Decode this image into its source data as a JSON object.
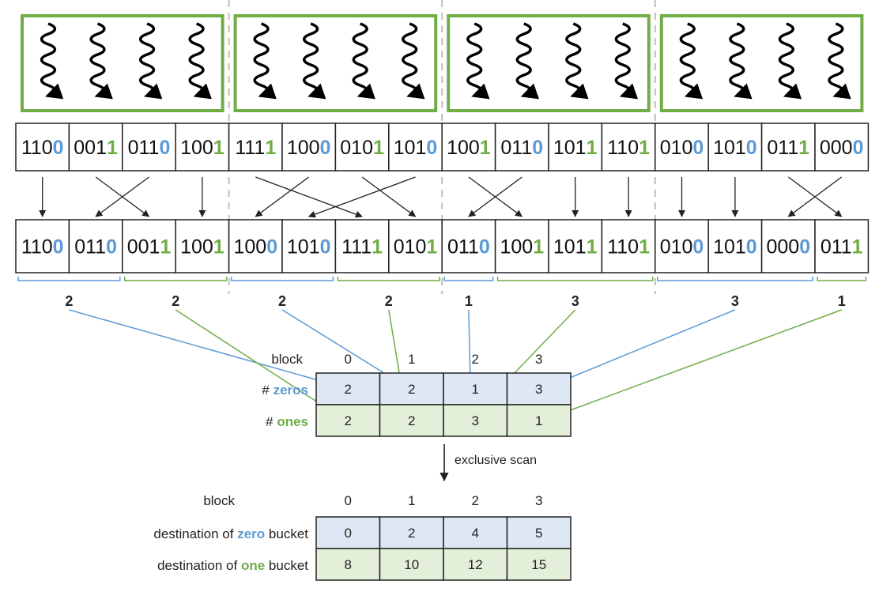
{
  "colors": {
    "zero": "#5b9bd5",
    "one": "#70ad47",
    "block_frame": "#70ad47",
    "divider": "#bfbfbf",
    "zero_fill": "#dde8f4",
    "one_fill": "#e4efd9",
    "border": "#222222"
  },
  "blocks": [
    0,
    1,
    2,
    3
  ],
  "threads_per_block": 4,
  "input_keys": [
    "1100",
    "0011",
    "0110",
    "1001",
    "1111",
    "1000",
    "0101",
    "1010",
    "1001",
    "0110",
    "1011",
    "1101",
    "0100",
    "1010",
    "0111",
    "0000"
  ],
  "sorted_keys": [
    "1100",
    "0110",
    "0011",
    "1001",
    "1000",
    "1010",
    "1111",
    "0101",
    "0110",
    "1001",
    "1011",
    "1101",
    "0100",
    "1010",
    "0000",
    "0111"
  ],
  "permutation": [
    0,
    2,
    1,
    3,
    6,
    4,
    7,
    5,
    9,
    8,
    10,
    11,
    12,
    13,
    15,
    14
  ],
  "bucket_counts": [
    {
      "block": 0,
      "zeros": "2",
      "ones": "2"
    },
    {
      "block": 1,
      "zeros": "2",
      "ones": "2"
    },
    {
      "block": 2,
      "zeros": "1",
      "ones": "3"
    },
    {
      "block": 3,
      "zeros": "3",
      "ones": "1"
    }
  ],
  "count_table": {
    "header_label": "block",
    "headers": [
      "0",
      "1",
      "2",
      "3"
    ],
    "zeros_prefix": "# ",
    "zeros_word": "zeros",
    "ones_prefix": "# ",
    "ones_word": "ones",
    "zeros": [
      "2",
      "2",
      "1",
      "3"
    ],
    "ones": [
      "2",
      "2",
      "3",
      "1"
    ]
  },
  "scan_label": "exclusive scan",
  "dest_table": {
    "header_label": "block",
    "headers": [
      "0",
      "1",
      "2",
      "3"
    ],
    "zero_row": {
      "prefix": "destination of ",
      "word": "zero",
      "suffix": " bucket"
    },
    "one_row": {
      "prefix": "destination of ",
      "word": "one",
      "suffix": " bucket"
    },
    "zeros": [
      "0",
      "2",
      "4",
      "5"
    ],
    "ones": [
      "8",
      "10",
      "12",
      "15"
    ]
  }
}
